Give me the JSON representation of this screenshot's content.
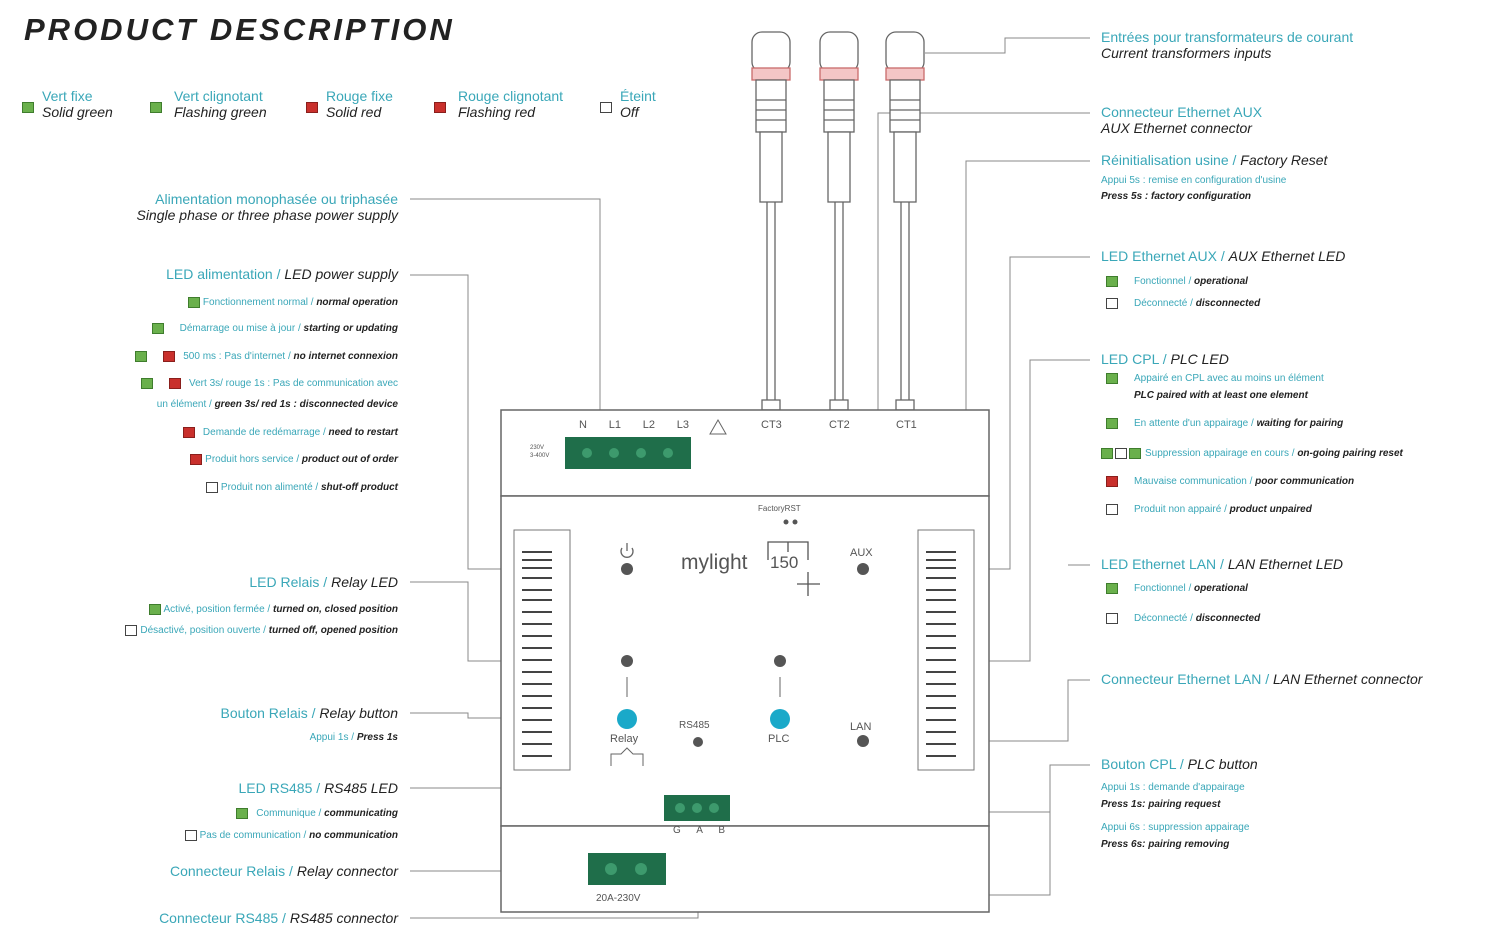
{
  "title": "PRODUCT DESCRIPTION",
  "legend": [
    {
      "fr": "Vert fixe",
      "en": "Solid green"
    },
    {
      "fr": "Vert clignotant",
      "en": "Flashing green"
    },
    {
      "fr": "Rouge fixe",
      "en": "Solid red"
    },
    {
      "fr": "Rouge clignotant",
      "en": "Flashing red"
    },
    {
      "fr": "Éteint",
      "en": "Off"
    }
  ],
  "left": {
    "power_supply": {
      "fr": "Alimentation monophasée ou triphasée",
      "en": "Single phase or three phase power supply"
    },
    "led_power": {
      "fr": "LED alimentation / ",
      "en": "LED power supply",
      "items": [
        {
          "fr": "Fonctionnement normal / ",
          "en": "normal operation"
        },
        {
          "fr": "Démarrage ou mise à jour / ",
          "en": "starting or updating"
        },
        {
          "fr": "500 ms : Pas d'internet / ",
          "en": "no internet connexion"
        },
        {
          "fr": "Vert 3s/ rouge 1s : Pas de communication avec",
          "en": ""
        },
        {
          "fr": "un élément / ",
          "en": "green 3s/ red 1s : disconnected device"
        },
        {
          "fr": "Demande de redémarrage / ",
          "en": "need to restart"
        },
        {
          "fr": "Produit hors service / ",
          "en": "product out of order"
        },
        {
          "fr": "Produit non alimenté / ",
          "en": "shut-off product"
        }
      ]
    },
    "relay_led": {
      "fr": "LED Relais / ",
      "en": "Relay LED",
      "items": [
        {
          "fr": "Activé, position fermée / ",
          "en": "turned on, closed position"
        },
        {
          "fr": "Désactivé, position ouverte / ",
          "en": "turned off, opened position"
        }
      ]
    },
    "relay_button": {
      "fr": "Bouton Relais / ",
      "en": "Relay button",
      "sub_fr": "Appui 1s / ",
      "sub_en": "Press 1s"
    },
    "rs485_led": {
      "fr": "LED RS485 / ",
      "en": "RS485 LED",
      "items": [
        {
          "fr": "Communique / ",
          "en": "communicating"
        },
        {
          "fr": "Pas de communication / ",
          "en": "no communication"
        }
      ]
    },
    "relay_connector": {
      "fr": "Connecteur Relais / ",
      "en": "Relay connector"
    },
    "rs485_connector": {
      "fr": "Connecteur RS485 / ",
      "en": "RS485 connector"
    }
  },
  "right": {
    "ct_inputs": {
      "fr": "Entrées pour transformateurs de courant",
      "en": "Current transformers inputs"
    },
    "aux_connector": {
      "fr": "Connecteur Ethernet AUX",
      "en": "AUX Ethernet connector"
    },
    "factory_reset": {
      "fr": "Réinitialisation usine / ",
      "en": "Factory Reset",
      "sub_fr": "Appui 5s : remise en configuration d'usine",
      "sub_en": "Press 5s : factory configuration"
    },
    "aux_led": {
      "fr": "LED Ethernet AUX / ",
      "en": "AUX Ethernet LED",
      "items": [
        {
          "fr": "Fonctionnel / ",
          "en": "operational"
        },
        {
          "fr": "Déconnecté / ",
          "en": "disconnected"
        }
      ]
    },
    "plc_led": {
      "fr": "LED CPL / ",
      "en": "PLC LED",
      "items": [
        {
          "fr": "Appairé en CPL avec au moins un élément",
          "en": "PLC paired with at least one element"
        },
        {
          "fr": "En attente d'un appairage / ",
          "en": "waiting for pairing"
        },
        {
          "fr": "Suppression appairage en cours / ",
          "en": "on-going pairing reset"
        },
        {
          "fr": "Mauvaise communication / ",
          "en": "poor communication"
        },
        {
          "fr": "Produit non appairé / ",
          "en": "product unpaired"
        }
      ]
    },
    "lan_led": {
      "fr": "LED Ethernet LAN / ",
      "en": "LAN Ethernet LED",
      "items": [
        {
          "fr": "Fonctionnel / ",
          "en": "operational"
        },
        {
          "fr": "Déconnecté / ",
          "en": "disconnected"
        }
      ]
    },
    "lan_connector": {
      "fr": "Connecteur Ethernet LAN / ",
      "en": "LAN Ethernet connector"
    },
    "plc_button": {
      "fr": "Bouton CPL / ",
      "en": "PLC button",
      "lines": [
        {
          "fr": "Appui 1s : demande d'appairage",
          "en": "Press 1s: pairing request"
        },
        {
          "fr": "Appui 6s : suppression appairage",
          "en": "Press 6s: pairing removing"
        }
      ]
    }
  },
  "device": {
    "terminals": [
      "N",
      "L1",
      "L2",
      "L3"
    ],
    "voltage": [
      "230V",
      "3-400V"
    ],
    "ct_labels": [
      "CT3",
      "CT2",
      "CT1"
    ],
    "factory_reset_label": "FactoryRST",
    "logo": "mylight",
    "logo_num": "150",
    "aux": "AUX",
    "lan": "LAN",
    "relay": "Relay",
    "rs485": "RS485",
    "plc": "PLC",
    "gab": [
      "G",
      "A",
      "B"
    ],
    "relay_rating": "20A-230V"
  },
  "colors": {
    "teal": "#3aa7b8",
    "green": "#6ab04c",
    "red": "#c9302c",
    "dark_green": "#1f6e4a",
    "cyan_button": "#1aa9c9"
  }
}
